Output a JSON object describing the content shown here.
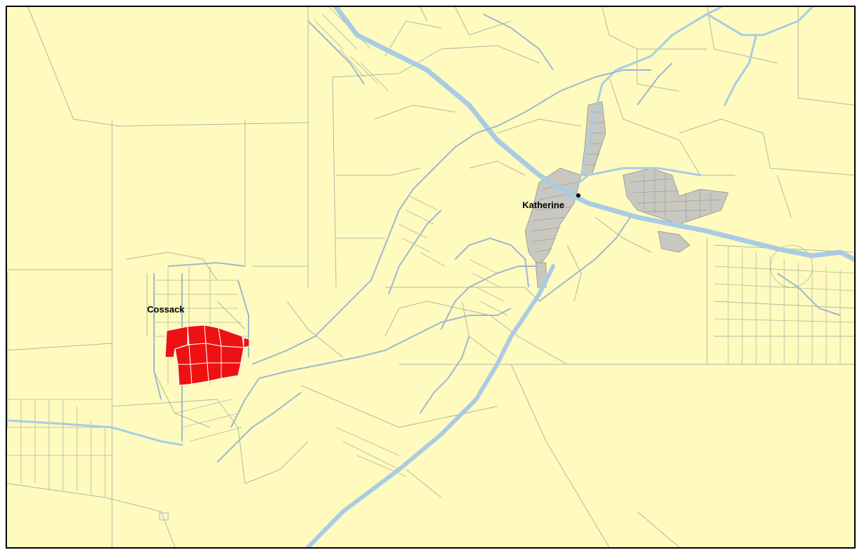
{
  "map": {
    "colors": {
      "land": "#FFFBBE",
      "parcel_line": "#B5B5A0",
      "river": "#A9CCE3",
      "road": "#9DB8D0",
      "urban": "#8A8A8A",
      "highlight": "#EE1111",
      "frame": "#000000"
    },
    "places": [
      {
        "id": "cossack",
        "name": "Cossack"
      },
      {
        "id": "katherine",
        "name": "Katherine"
      }
    ],
    "highlight_area": "Cossack parcels",
    "town_marker_icon": "town-point-icon"
  }
}
